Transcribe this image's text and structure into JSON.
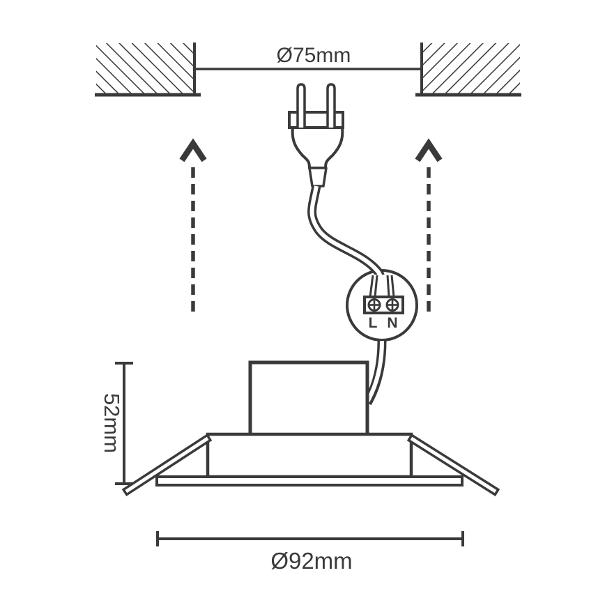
{
  "labels": {
    "cutout_diameter": "Ø75mm",
    "fixture_height": "52mm",
    "fixture_diameter": "Ø92mm",
    "terminal_live": "L",
    "terminal_neutral": "N"
  },
  "colors": {
    "stroke": "#3a3a3a",
    "background": "#ffffff"
  }
}
